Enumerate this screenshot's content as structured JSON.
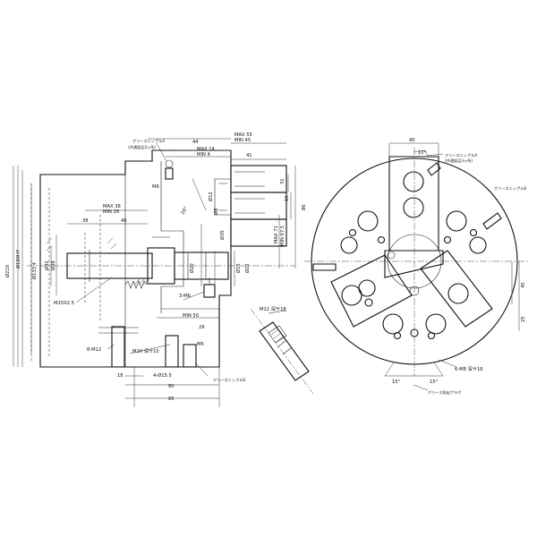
{
  "drawing": {
    "side_view": {
      "dia_outer": "Ø210",
      "dia_bore": "Ø133.4",
      "dia_hub": "Ø38",
      "dia_shank": "Ø42",
      "dia_base_fit": "Ø180H7",
      "thread_main": "M20X2.5",
      "tap_m12": "8-M12",
      "tap_m10": "M10 深サ10",
      "pin_hole": "4-Ø15.5",
      "tap_m6_bottom": "M6",
      "tap_m5": "3-M6",
      "grease_nipple_a": "グリースニップルA",
      "grease_nipple_a_note": "(共通部品3ヶ所)",
      "grease_nipple_b_bottom": "グリースニップルB",
      "m6_top": "M6",
      "dim_max55": "MAX 55",
      "dim_min45": "MIN 45",
      "dim_max14": "MAX 14",
      "dim_min4": "MIN 4",
      "dim_44": "44",
      "dim_41": "41",
      "dim_max38": "MAX 38",
      "dim_min28": "MIN 28",
      "dim_38": "38",
      "dim_40": "40",
      "dim_min50": "MIN 50",
      "dim_29": "29",
      "dim_18": "18",
      "dim_80": "80",
      "dim_85": "85",
      "dim_31": "31",
      "dim_15": "15",
      "dim_86": "86",
      "dim_max71": "MAX 71",
      "dim_min67": "MIN 67.5",
      "dim_phi35": "Ø35",
      "dim_phi15": "Ø15",
      "dim_phi22": "Ø22",
      "dim_phi20": "Ø20",
      "dim_phi8": "Ø8",
      "dim_20deg": "20°",
      "dim_m12_phi": "Ø12"
    },
    "section_view": {
      "tap": "M12 深サ18"
    },
    "front_view": {
      "dim_40": "40",
      "dim_10deg": "10°",
      "grease_nipple_a": "グリースニップルA",
      "grease_nipple_a_note": "(共通部品3ヶ所)",
      "grease_nipple_b": "グリースニップルB",
      "dim_45": "45",
      "dim_25": "25",
      "tap": "6-M8 深サ16",
      "angle_left": "15°",
      "angle_right": "15°",
      "plug": "グリース排出プラグ"
    }
  }
}
